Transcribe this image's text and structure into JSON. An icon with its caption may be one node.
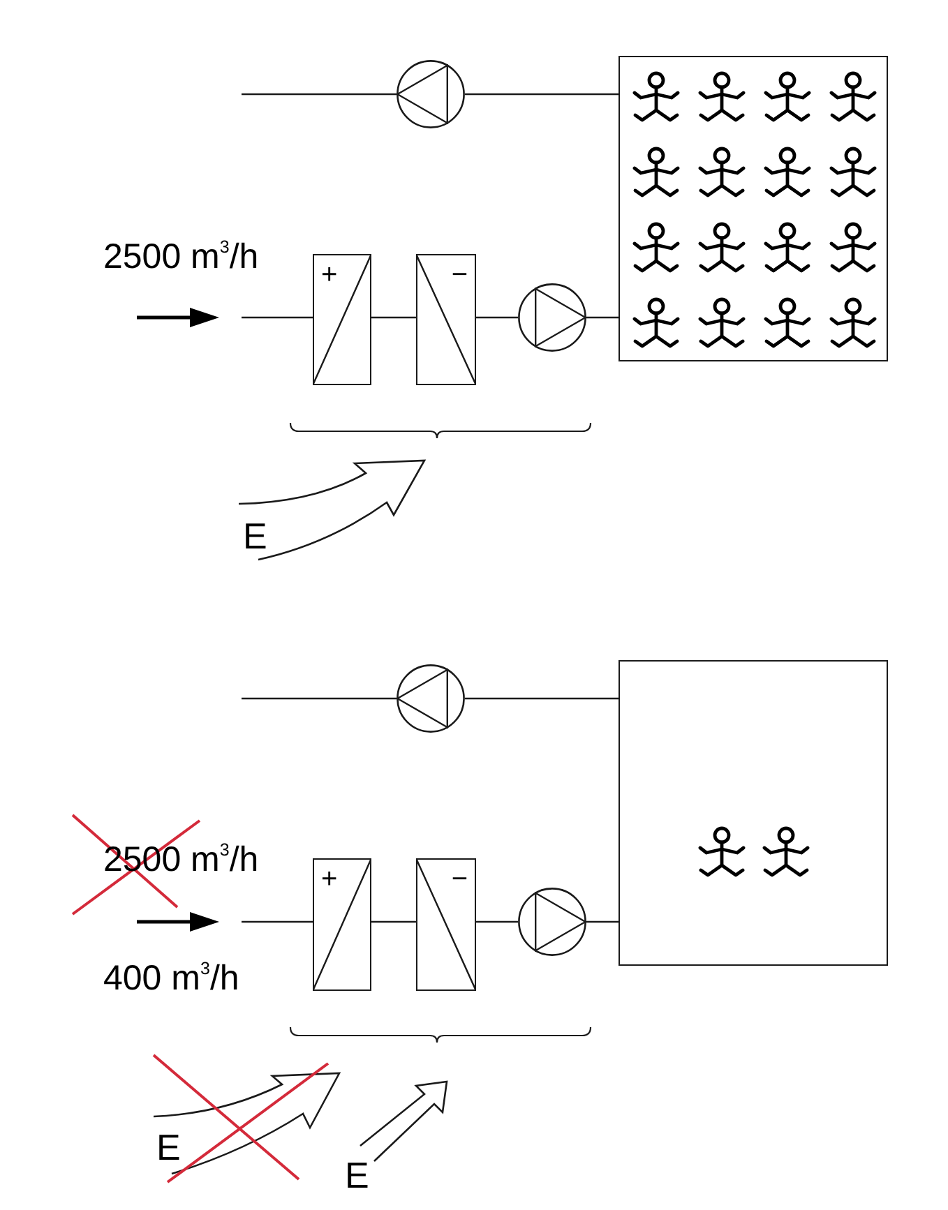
{
  "diagram": {
    "nodes": [
      {
        "text": [],
        "shape": "circle"
      },
      {
        "text": [],
        "shape": "box"
      },
      {
        "text": [
          "+"
        ]
      },
      {
        "text": [
          "−"
        ]
      },
      {
        "text": [],
        "shape": "circle"
      },
      {
        "text": [],
        "shape": "circle"
      },
      {
        "text": [],
        "shape": "box"
      },
      {
        "text": [
          "+"
        ]
      },
      {
        "text": [
          "−"
        ]
      },
      {
        "text": [],
        "shape": "circle"
      }
    ],
    "edges": [
      {
        "from": 1,
        "to": 0,
        "arrow": "none"
      },
      {
        "from": 0,
        "to": null,
        "arrow": "none"
      },
      {
        "from": null,
        "to": 2,
        "arrow": "none"
      },
      {
        "from": 2,
        "to": 3,
        "arrow": "none"
      },
      {
        "from": 3,
        "to": 4,
        "arrow": "none"
      },
      {
        "from": 4,
        "to": 1,
        "arrow": "none"
      },
      {
        "from": 6,
        "to": 5,
        "arrow": "none"
      },
      {
        "from": 5,
        "to": null,
        "arrow": "none"
      },
      {
        "from": null,
        "to": 7,
        "arrow": "none"
      },
      {
        "from": 7,
        "to": 8,
        "arrow": "none"
      },
      {
        "from": 8,
        "to": 9,
        "arrow": "none"
      },
      {
        "from": 9,
        "to": 6,
        "arrow": "none"
      }
    ],
    "labels": [
      "2500 m$^{3}$/h",
      "E",
      "2500 m$^{3}$/h",
      "400 m$^{3}$/h",
      "E",
      "E"
    ]
  }
}
